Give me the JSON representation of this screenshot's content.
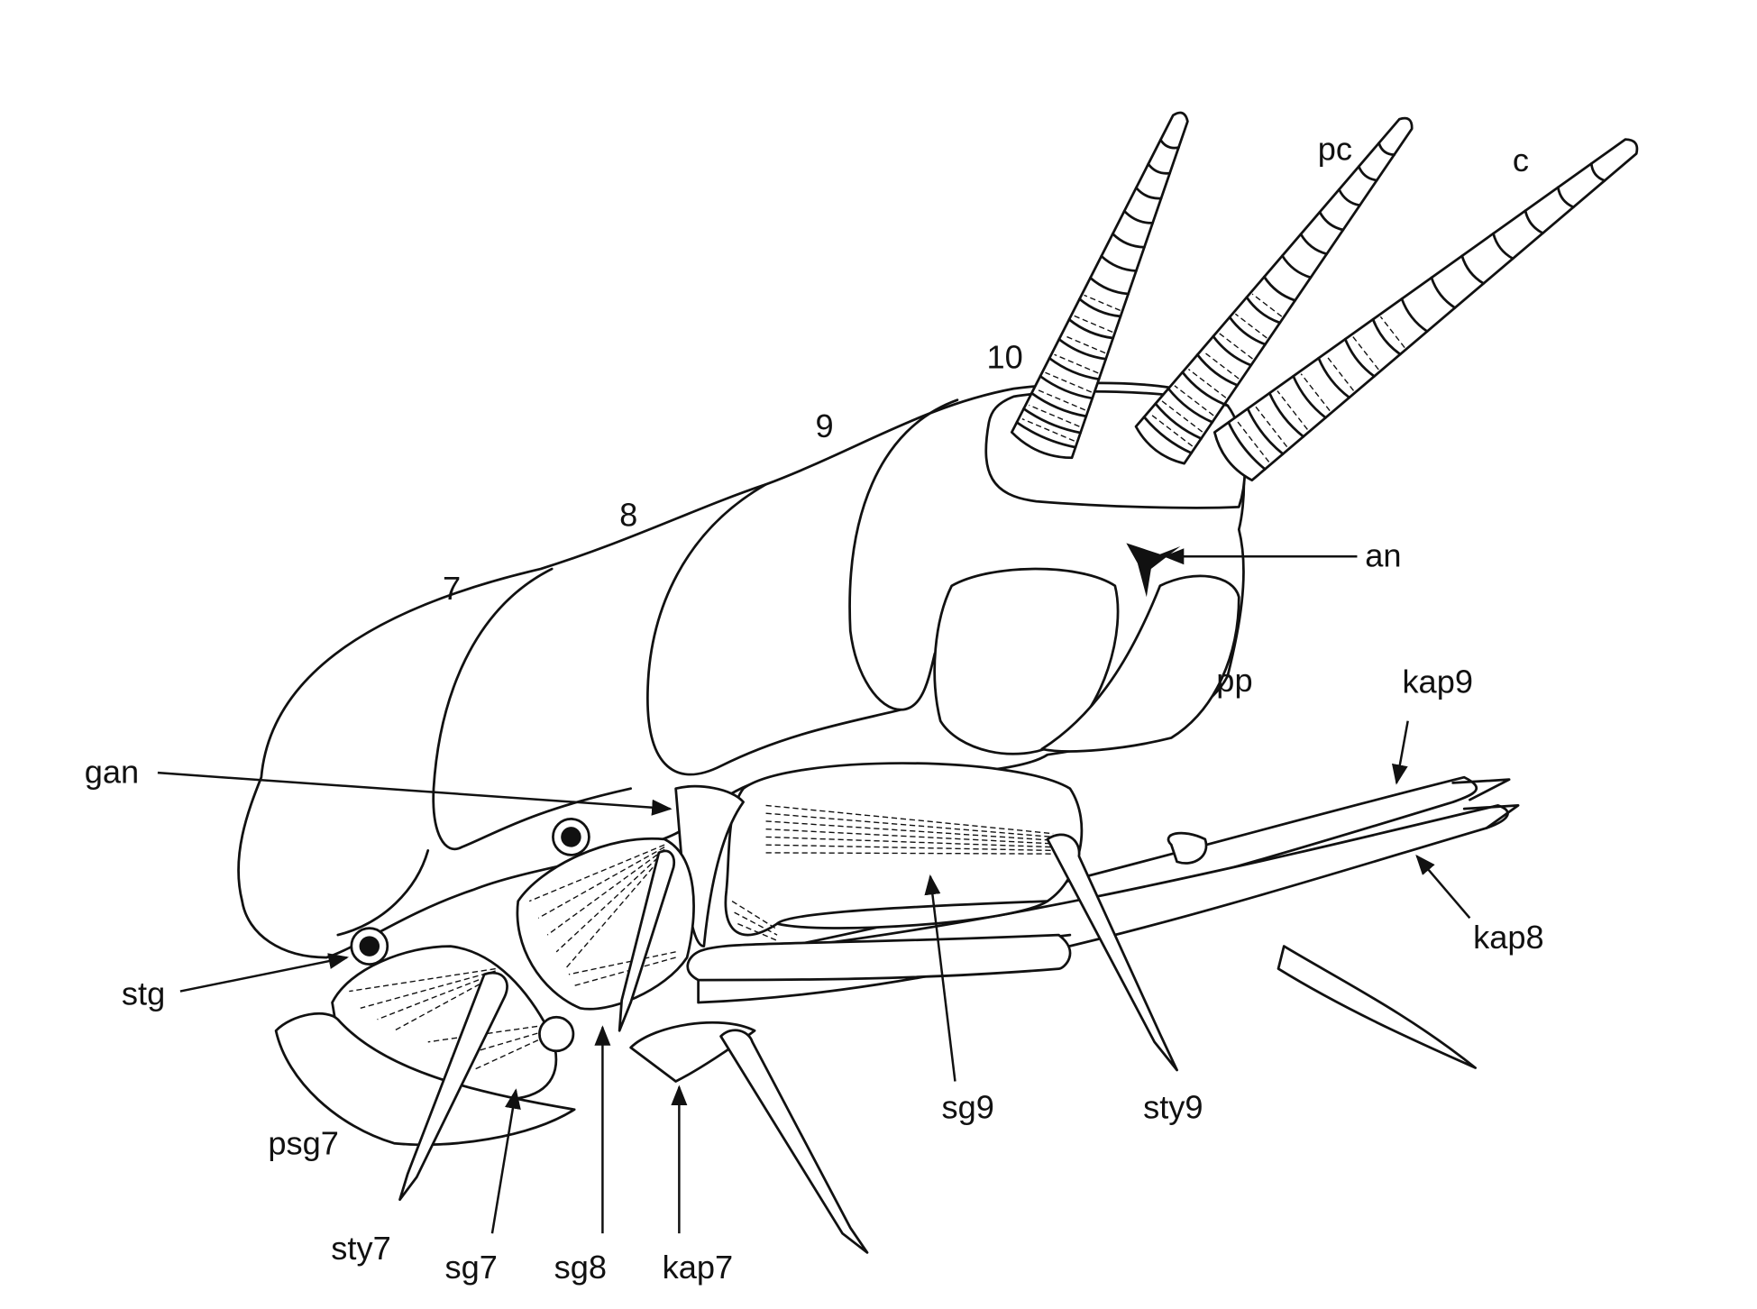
{
  "labels": {
    "pc": "pc",
    "c": "c",
    "seg10": "10",
    "seg9": "9",
    "seg8": "8",
    "seg7": "7",
    "an": "an",
    "pp": "pp",
    "kap9": "kap9",
    "kap8": "kap8",
    "gan": "gan",
    "stg": "stg",
    "sg9": "sg9",
    "sty9": "sty9",
    "psg7": "psg7",
    "sty7": "sty7",
    "sg7": "sg7",
    "sg8": "sg8",
    "kap7": "kap7"
  }
}
